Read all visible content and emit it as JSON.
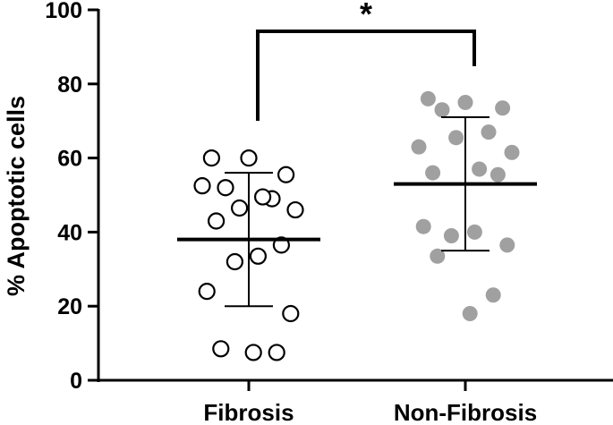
{
  "chart_data": {
    "type": "scatter",
    "subtype": "dot-plot-with-mean-and-sd",
    "title": "",
    "xlabel": "",
    "ylabel": "% Apoptotic cells",
    "ylim": [
      0,
      100
    ],
    "yticks": [
      0,
      20,
      40,
      60,
      80,
      100
    ],
    "grid": false,
    "legend": "none",
    "categories": [
      "Fibrosis",
      "Non-Fibrosis"
    ],
    "series": [
      {
        "category": "Fibrosis",
        "marker": "open-circle",
        "color": "#000000",
        "fill": "#ffffff",
        "values": [
          60,
          60,
          55.5,
          52,
          49,
          52.5,
          46,
          46.5,
          49.5,
          43,
          36.5,
          32,
          33.5,
          24,
          18,
          8.5,
          7.5,
          7.5
        ],
        "mean": 38,
        "sd_upper": 56,
        "sd_lower": 20
      },
      {
        "category": "Non-Fibrosis",
        "marker": "filled-circle",
        "color": "#a0a0a0",
        "fill": "#a0a0a0",
        "values": [
          76,
          75,
          73.5,
          73,
          67,
          63,
          61.5,
          65.5,
          57,
          56,
          55.5,
          39,
          40,
          41.5,
          36.5,
          33.5,
          23,
          18
        ],
        "mean": 53,
        "sd_upper": 71,
        "sd_lower": 35
      }
    ],
    "annotations": [
      {
        "type": "significance-bracket",
        "between": [
          "Fibrosis",
          "Non-Fibrosis"
        ],
        "label": "*"
      }
    ]
  }
}
